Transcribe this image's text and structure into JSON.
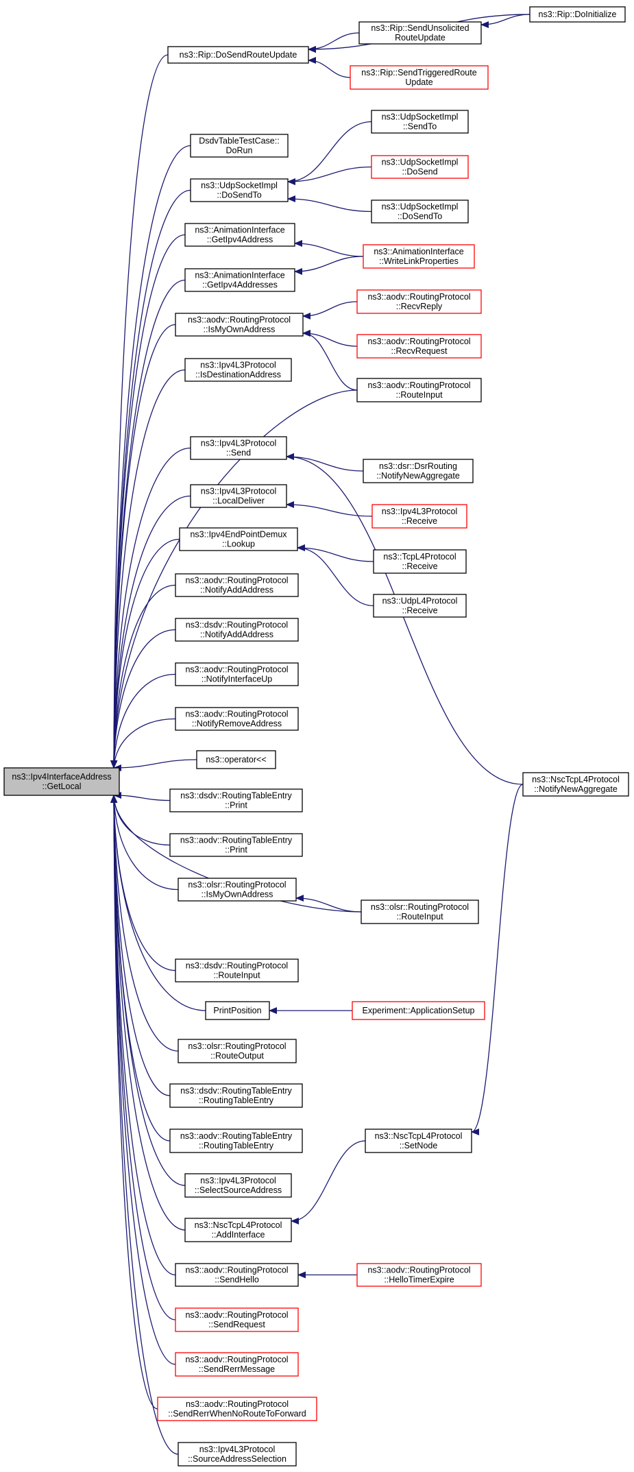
{
  "colors": {
    "edge": "#191970",
    "border_normal": "#000000",
    "border_truncated": "#ff0000",
    "root_fill": "#bfbfbf"
  },
  "nodes": [
    {
      "id": "root",
      "lines": [
        "ns3::Ipv4InterfaceAddress",
        "::GetLocal"
      ],
      "style": "root"
    },
    {
      "id": "rip_dsru",
      "lines": [
        "ns3::Rip::DoSendRouteUpdate"
      ],
      "style": "normal"
    },
    {
      "id": "rip_ssru",
      "lines": [
        "ns3::Rip::SendUnsolicited",
        "RouteUpdate"
      ],
      "style": "normal"
    },
    {
      "id": "rip_init",
      "lines": [
        "ns3::Rip::DoInitialize"
      ],
      "style": "normal"
    },
    {
      "id": "rip_strigger",
      "lines": [
        "ns3::Rip::SendTriggeredRoute",
        "Update"
      ],
      "style": "truncated"
    },
    {
      "id": "dsdv_test",
      "lines": [
        "DsdvTableTestCase::",
        "DoRun"
      ],
      "style": "normal"
    },
    {
      "id": "udp_dst_a",
      "lines": [
        "ns3::UdpSocketImpl",
        "::DoSendTo"
      ],
      "style": "normal"
    },
    {
      "id": "udp_sendto",
      "lines": [
        "ns3::UdpSocketImpl",
        "::SendTo"
      ],
      "style": "normal"
    },
    {
      "id": "udp_dosend",
      "lines": [
        "ns3::UdpSocketImpl",
        "::DoSend"
      ],
      "style": "truncated"
    },
    {
      "id": "udp_dst_b",
      "lines": [
        "ns3::UdpSocketImpl",
        "::DoSendTo"
      ],
      "style": "normal"
    },
    {
      "id": "anim_get4",
      "lines": [
        "ns3::AnimationInterface",
        "::GetIpv4Address"
      ],
      "style": "normal"
    },
    {
      "id": "anim_get4s",
      "lines": [
        "ns3::AnimationInterface",
        "::GetIpv4Addresses"
      ],
      "style": "normal"
    },
    {
      "id": "anim_wlp",
      "lines": [
        "ns3::AnimationInterface",
        "::WriteLinkProperties"
      ],
      "style": "truncated"
    },
    {
      "id": "aodv_isown",
      "lines": [
        "ns3::aodv::RoutingProtocol",
        "::IsMyOwnAddress"
      ],
      "style": "normal"
    },
    {
      "id": "aodv_rrep",
      "lines": [
        "ns3::aodv::RoutingProtocol",
        "::RecvReply"
      ],
      "style": "truncated"
    },
    {
      "id": "aodv_rreq",
      "lines": [
        "ns3::aodv::RoutingProtocol",
        "::RecvRequest"
      ],
      "style": "truncated"
    },
    {
      "id": "ipv4l3_isdest",
      "lines": [
        "ns3::Ipv4L3Protocol",
        "::IsDestinationAddress"
      ],
      "style": "normal"
    },
    {
      "id": "aodv_rinput",
      "lines": [
        "ns3::aodv::RoutingProtocol",
        "::RouteInput"
      ],
      "style": "normal"
    },
    {
      "id": "ipv4l3_send",
      "lines": [
        "ns3::Ipv4L3Protocol",
        "::Send"
      ],
      "style": "normal"
    },
    {
      "id": "dsr_nna",
      "lines": [
        "ns3::dsr::DsrRouting",
        "::NotifyNewAggregate"
      ],
      "style": "normal"
    },
    {
      "id": "ipv4l3_ld",
      "lines": [
        "ns3::Ipv4L3Protocol",
        "::LocalDeliver"
      ],
      "style": "normal"
    },
    {
      "id": "ipv4l3_recv",
      "lines": [
        "ns3::Ipv4L3Protocol",
        "::Receive"
      ],
      "style": "truncated"
    },
    {
      "id": "demux",
      "lines": [
        "ns3::Ipv4EndPointDemux",
        "::Lookup"
      ],
      "style": "normal"
    },
    {
      "id": "tcp_recv",
      "lines": [
        "ns3::TcpL4Protocol",
        "::Receive"
      ],
      "style": "normal"
    },
    {
      "id": "udpl4_recv",
      "lines": [
        "ns3::UdpL4Protocol",
        "::Receive"
      ],
      "style": "normal"
    },
    {
      "id": "nsc_nna",
      "lines": [
        "ns3::NscTcpL4Protocol",
        "::NotifyNewAggregate"
      ],
      "style": "normal"
    },
    {
      "id": "aodv_naa",
      "lines": [
        "ns3::aodv::RoutingProtocol",
        "::NotifyAddAddress"
      ],
      "style": "normal"
    },
    {
      "id": "dsdv_naa",
      "lines": [
        "ns3::dsdv::RoutingProtocol",
        "::NotifyAddAddress"
      ],
      "style": "normal"
    },
    {
      "id": "aodv_niu",
      "lines": [
        "ns3::aodv::RoutingProtocol",
        "::NotifyInterfaceUp"
      ],
      "style": "normal"
    },
    {
      "id": "aodv_nra",
      "lines": [
        "ns3::aodv::RoutingProtocol",
        "::NotifyRemoveAddress"
      ],
      "style": "normal"
    },
    {
      "id": "op_lshift",
      "lines": [
        "ns3::operator<<"
      ],
      "style": "normal"
    },
    {
      "id": "dsdv_rte_print",
      "lines": [
        "ns3::dsdv::RoutingTableEntry",
        "::Print"
      ],
      "style": "normal"
    },
    {
      "id": "aodv_rte_print",
      "lines": [
        "ns3::aodv::RoutingTableEntry",
        "::Print"
      ],
      "style": "normal"
    },
    {
      "id": "olsr_isown",
      "lines": [
        "ns3::olsr::RoutingProtocol",
        "::IsMyOwnAddress"
      ],
      "style": "normal"
    },
    {
      "id": "olsr_rinput",
      "lines": [
        "ns3::olsr::RoutingProtocol",
        "::RouteInput"
      ],
      "style": "normal"
    },
    {
      "id": "dsdv_rinput",
      "lines": [
        "ns3::dsdv::RoutingProtocol",
        "::RouteInput"
      ],
      "style": "normal"
    },
    {
      "id": "printpos",
      "lines": [
        "PrintPosition"
      ],
      "style": "normal"
    },
    {
      "id": "exp_appsetup",
      "lines": [
        "Experiment::ApplicationSetup"
      ],
      "style": "truncated"
    },
    {
      "id": "olsr_routput",
      "lines": [
        "ns3::olsr::RoutingProtocol",
        "::RouteOutput"
      ],
      "style": "normal"
    },
    {
      "id": "dsdv_rte_ctor",
      "lines": [
        "ns3::dsdv::RoutingTableEntry",
        "::RoutingTableEntry"
      ],
      "style": "normal"
    },
    {
      "id": "aodv_rte_ctor",
      "lines": [
        "ns3::aodv::RoutingTableEntry",
        "::RoutingTableEntry"
      ],
      "style": "normal"
    },
    {
      "id": "nsc_setnode",
      "lines": [
        "ns3::NscTcpL4Protocol",
        "::SetNode"
      ],
      "style": "normal"
    },
    {
      "id": "ipv4l3_ssa",
      "lines": [
        "ns3::Ipv4L3Protocol",
        "::SelectSourceAddress"
      ],
      "style": "normal"
    },
    {
      "id": "nsc_addif",
      "lines": [
        "ns3::NscTcpL4Protocol",
        "::AddInterface"
      ],
      "style": "normal"
    },
    {
      "id": "aodv_shello",
      "lines": [
        "ns3::aodv::RoutingProtocol",
        "::SendHello"
      ],
      "style": "normal"
    },
    {
      "id": "aodv_hte",
      "lines": [
        "ns3::aodv::RoutingProtocol",
        "::HelloTimerExpire"
      ],
      "style": "truncated"
    },
    {
      "id": "aodv_sreq",
      "lines": [
        "ns3::aodv::RoutingProtocol",
        "::SendRequest"
      ],
      "style": "truncated"
    },
    {
      "id": "aodv_srerr",
      "lines": [
        "ns3::aodv::RoutingProtocol",
        "::SendRerrMessage"
      ],
      "style": "truncated"
    },
    {
      "id": "aodv_srerr_nrf",
      "lines": [
        "ns3::aodv::RoutingProtocol",
        "::SendRerrWhenNoRouteToForward"
      ],
      "style": "truncated"
    },
    {
      "id": "ipv4l3_sas",
      "lines": [
        "ns3::Ipv4L3Protocol",
        "::SourceAddressSelection"
      ],
      "style": "normal"
    }
  ],
  "edges": [
    {
      "from": "rip_dsru",
      "to": "root"
    },
    {
      "from": "rip_ssru",
      "to": "rip_dsru"
    },
    {
      "from": "rip_init",
      "to": "rip_dsru"
    },
    {
      "from": "rip_init",
      "to": "rip_ssru"
    },
    {
      "from": "rip_strigger",
      "to": "rip_dsru"
    },
    {
      "from": "dsdv_test",
      "to": "root"
    },
    {
      "from": "udp_dst_a",
      "to": "root"
    },
    {
      "from": "udp_sendto",
      "to": "udp_dst_a"
    },
    {
      "from": "udp_dosend",
      "to": "udp_dst_a"
    },
    {
      "from": "udp_dst_b",
      "to": "udp_dst_a"
    },
    {
      "from": "anim_get4",
      "to": "root"
    },
    {
      "from": "anim_wlp",
      "to": "anim_get4"
    },
    {
      "from": "anim_get4s",
      "to": "root"
    },
    {
      "from": "anim_wlp",
      "to": "anim_get4s"
    },
    {
      "from": "aodv_isown",
      "to": "root"
    },
    {
      "from": "aodv_rrep",
      "to": "aodv_isown"
    },
    {
      "from": "aodv_rreq",
      "to": "aodv_isown"
    },
    {
      "from": "aodv_rinput",
      "to": "aodv_isown"
    },
    {
      "from": "ipv4l3_isdest",
      "to": "root"
    },
    {
      "from": "aodv_rinput",
      "to": "root"
    },
    {
      "from": "ipv4l3_send",
      "to": "root"
    },
    {
      "from": "dsr_nna",
      "to": "ipv4l3_send"
    },
    {
      "from": "nsc_nna",
      "to": "ipv4l3_send"
    },
    {
      "from": "ipv4l3_ld",
      "to": "root"
    },
    {
      "from": "ipv4l3_recv",
      "to": "ipv4l3_ld"
    },
    {
      "from": "demux",
      "to": "root"
    },
    {
      "from": "tcp_recv",
      "to": "demux"
    },
    {
      "from": "udpl4_recv",
      "to": "demux"
    },
    {
      "from": "aodv_naa",
      "to": "root"
    },
    {
      "from": "dsdv_naa",
      "to": "root"
    },
    {
      "from": "aodv_niu",
      "to": "root"
    },
    {
      "from": "aodv_nra",
      "to": "root"
    },
    {
      "from": "op_lshift",
      "to": "root"
    },
    {
      "from": "dsdv_rte_print",
      "to": "root"
    },
    {
      "from": "aodv_rte_print",
      "to": "root"
    },
    {
      "from": "olsr_isown",
      "to": "root"
    },
    {
      "from": "olsr_rinput",
      "to": "olsr_isown"
    },
    {
      "from": "olsr_rinput",
      "to": "root"
    },
    {
      "from": "dsdv_rinput",
      "to": "root"
    },
    {
      "from": "printpos",
      "to": "root"
    },
    {
      "from": "exp_appsetup",
      "to": "printpos"
    },
    {
      "from": "olsr_routput",
      "to": "root"
    },
    {
      "from": "dsdv_rte_ctor",
      "to": "root"
    },
    {
      "from": "aodv_rte_ctor",
      "to": "root"
    },
    {
      "from": "ipv4l3_ssa",
      "to": "root"
    },
    {
      "from": "nsc_addif",
      "to": "root"
    },
    {
      "from": "nsc_setnode",
      "to": "nsc_addif"
    },
    {
      "from": "nsc_nna",
      "to": "nsc_setnode"
    },
    {
      "from": "aodv_shello",
      "to": "root"
    },
    {
      "from": "aodv_hte",
      "to": "aodv_shello"
    },
    {
      "from": "aodv_sreq",
      "to": "root"
    },
    {
      "from": "aodv_srerr",
      "to": "root"
    },
    {
      "from": "aodv_srerr_nrf",
      "to": "root"
    },
    {
      "from": "ipv4l3_sas",
      "to": "root"
    }
  ]
}
